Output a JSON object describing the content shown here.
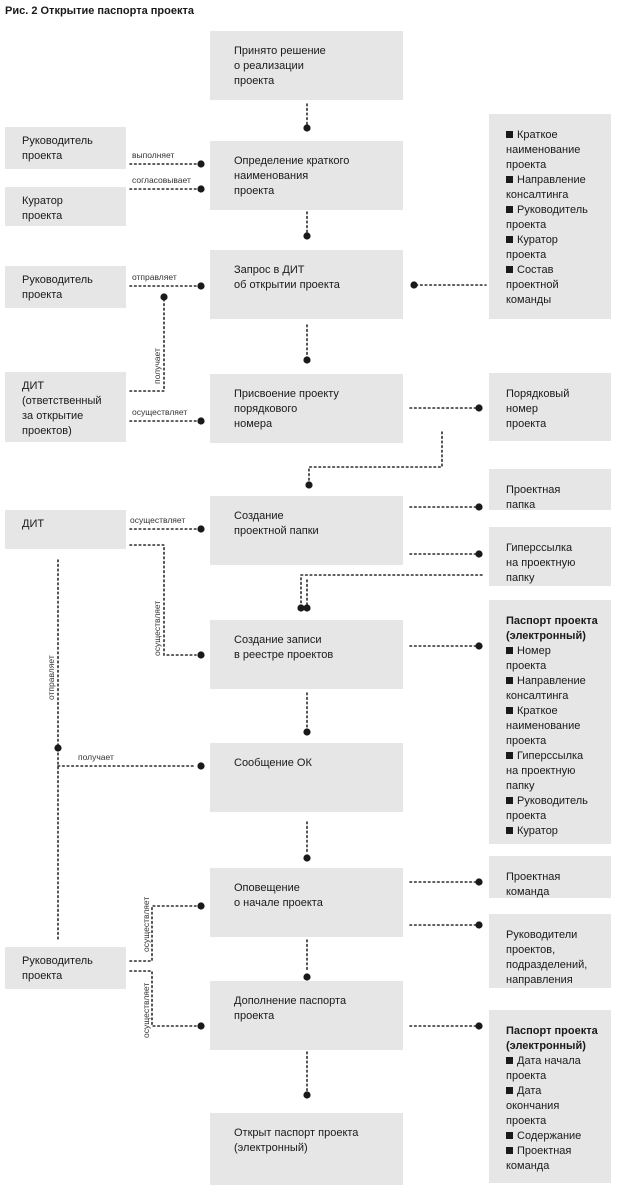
{
  "title": "Рис. 2 Открытие паспорта проекта",
  "steps": [
    {
      "id": "s1",
      "text": "Принято решение\nо реализации\nпроекта"
    },
    {
      "id": "s2",
      "text": "Определение краткого\nнаименования\nпроекта"
    },
    {
      "id": "s3",
      "text": "Запрос в ДИТ\nоб открытии проекта"
    },
    {
      "id": "s4",
      "text": "Присвоение проекту\nпорядкового\nномера"
    },
    {
      "id": "s5",
      "text": "Создание\nпроектной папки"
    },
    {
      "id": "s6",
      "text": "Создание записи\nв реестре проектов"
    },
    {
      "id": "s7",
      "text": "Сообщение ОК"
    },
    {
      "id": "s8",
      "text": "Оповещение\nо начале проекта"
    },
    {
      "id": "s9",
      "text": "Дополнение паспорта\nпроекта"
    },
    {
      "id": "s10",
      "text": "Открыт паспорт проекта\n(электронный)"
    }
  ],
  "actors": [
    {
      "id": "a1",
      "text": "Руководитель\nпроекта"
    },
    {
      "id": "a2",
      "text": "Куратор\nпроекта"
    },
    {
      "id": "a3",
      "text": "Руководитель\nпроекта"
    },
    {
      "id": "a4",
      "text": "ДИТ\n(ответственный\nза открытие\nпроектов)"
    },
    {
      "id": "a5",
      "text": "ДИТ"
    },
    {
      "id": "a6",
      "text": "Руководитель\nпроекта"
    }
  ],
  "outputs": [
    {
      "id": "o1",
      "header": "",
      "items": [
        "Краткое\nнаименование\nпроекта",
        "Направление\nконсалтинга",
        "Руководитель\nпроекта",
        "Куратор\nпроекта",
        "Состав\nпроектной\nкоманды"
      ]
    },
    {
      "id": "o2",
      "header": "Порядковый\nномер\nпроекта",
      "items": []
    },
    {
      "id": "o3",
      "header": "Проектная\nпапка",
      "items": []
    },
    {
      "id": "o4",
      "header": "Гиперссылка\nна проектную\nпапку",
      "items": []
    },
    {
      "id": "o5",
      "header": "Паспорт проекта\n(электронный)",
      "items": [
        "Номер\nпроекта",
        "Направление\nконсалтинга",
        "Краткое\nнаименование\nпроекта",
        "Гиперссылка\nна проектную\nпапку",
        "Руководитель\nпроекта",
        "Куратор"
      ]
    },
    {
      "id": "o6",
      "header": "Проектная\nкоманда",
      "items": []
    },
    {
      "id": "o7",
      "header": "Руководители\nпроектов,\nподразделений,\nнаправления",
      "items": []
    },
    {
      "id": "o8",
      "header": "Паспорт проекта\n(электронный)",
      "items": [
        "Дата начала\nпроекта",
        "Дата\nокончания\nпроекта",
        "Содержание",
        "Проектная\nкоманда"
      ]
    }
  ],
  "labels": {
    "l_vypolnyaet": "выполняет",
    "l_soglasovyvaet": "согласовывает",
    "l_otpravlyaet1": "отправляет",
    "l_poluchaet1": "получает",
    "l_osush1": "осуществляет",
    "l_osush2": "осуществляет",
    "l_osush3": "осуществляет",
    "l_otpravlyaet2": "отправляет",
    "l_poluchaet2": "получает",
    "l_osush4": "осуществляет",
    "l_osush5": "осуществляет"
  }
}
